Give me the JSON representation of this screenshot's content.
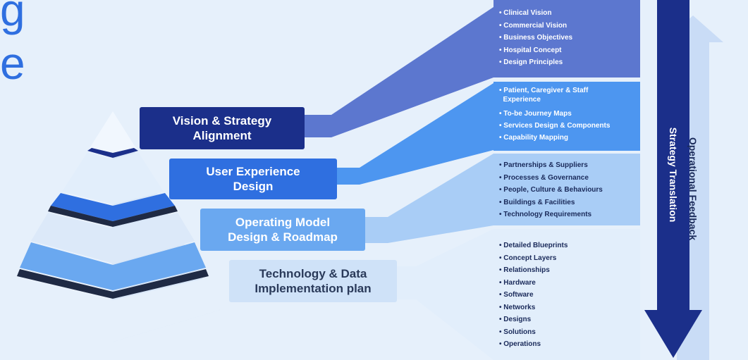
{
  "title_fragments": [
    "g",
    "e"
  ],
  "layers": [
    {
      "label": "Vision & Strategy\nAlignment",
      "color": "#1b2f8a",
      "text_color": "#ffffff",
      "items": [
        "Clinical Vision",
        "Commercial Vision",
        "Business Objectives",
        "Hospital Concept",
        "Design Principles"
      ],
      "panel_color": "#5c77cf",
      "item_color": "#ffffff"
    },
    {
      "label": "User Experience\nDesign",
      "color": "#2f6fe0",
      "text_color": "#ffffff",
      "items": [
        "Patient, Caregiver & Staff\n  Experience",
        "To-be Journey Maps",
        "Services Design & Components",
        "Capability Mapping"
      ],
      "panel_color": "#4d96f0",
      "item_color": "#ffffff"
    },
    {
      "label": "Operating Model\nDesign & Roadmap",
      "color": "#6aa8f0",
      "text_color": "#ffffff",
      "items": [
        "Partnerships & Suppliers",
        "Processes & Governance",
        "People, Culture & Behaviours",
        "Buildings & Facilities",
        "Technology Requirements"
      ],
      "panel_color": "#a9cdf6",
      "item_color": "#1a2a5a"
    },
    {
      "label": "Technology & Data\nImplementation plan",
      "color": "#cfe2f8",
      "text_color": "#2a3a5a",
      "items": [
        "Detailed Blueprints",
        "Concept Layers",
        "Relationships",
        "Hardware",
        "Software",
        "Networks",
        "Designs",
        "Solutions",
        "Operations"
      ],
      "panel_color": "#e2eefb",
      "item_color": "#1a2a5a"
    }
  ],
  "arrows": {
    "down": {
      "label": "Strategy Translation",
      "color": "#1b2f8a",
      "text_color": "#ffffff"
    },
    "up": {
      "label": "Operational Feedback",
      "color": "#c9dcf6",
      "text_color": "#1a2a5a"
    }
  }
}
